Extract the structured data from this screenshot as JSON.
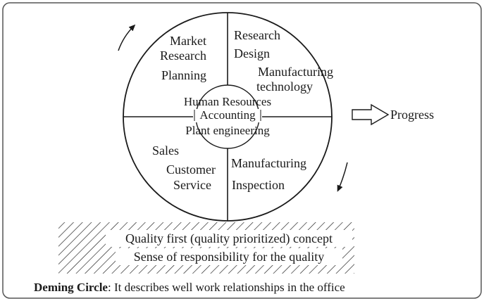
{
  "diagram": {
    "quadrants": {
      "top_left": [
        "Market",
        "Research",
        "Planning"
      ],
      "top_right": [
        "Research",
        "Design",
        "Manufacturing",
        "technology"
      ],
      "bottom_left": [
        "Sales",
        "Customer",
        "Service"
      ],
      "bottom_right": [
        "Manufacturing",
        "Inspection"
      ]
    },
    "center": {
      "line1": "Human Resources",
      "line2": "Accounting",
      "line3": "Plant engineering"
    },
    "progress_label": "Progress",
    "ground": {
      "line1": "Quality first (quality prioritized) concept",
      "line2": "Sense of responsibility for the quality"
    },
    "caption": {
      "bold": "Deming Circle",
      "rest": ": It describes well work relationships in the office"
    }
  },
  "colors": {
    "ink": "#1a1a1a",
    "frame": "#555555",
    "background": "#ffffff"
  }
}
